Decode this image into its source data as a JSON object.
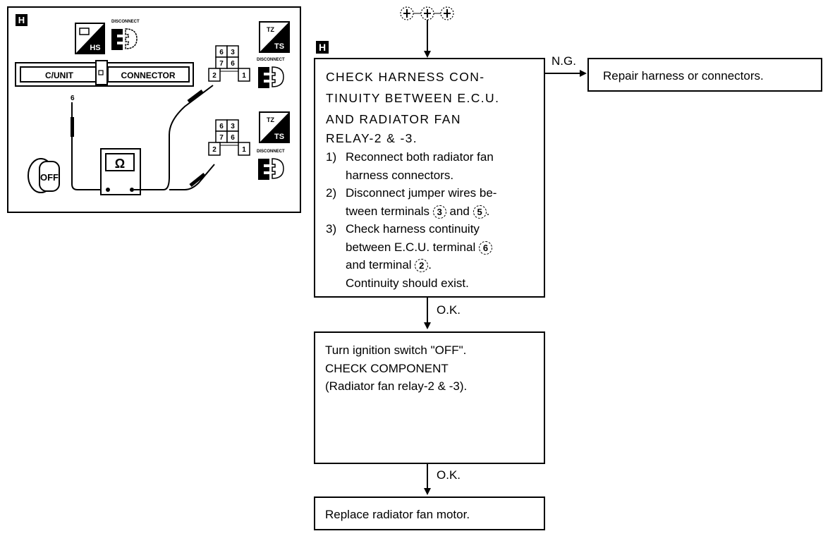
{
  "diagram": {
    "section_badge": "H",
    "multimeter_symbol": "Ω",
    "ecu_label": "C/UNIT",
    "connector_label": "CONNECTOR",
    "ecu_probe_terminal": "6",
    "ignition_label": "OFF",
    "disconnect_label": "DISCONNECT",
    "hs_label": "HS",
    "ts_label": "TS",
    "relay_terminals": [
      "6",
      "3",
      "7",
      "6",
      "2",
      "1"
    ]
  },
  "flow": {
    "section_badge": "H",
    "entry_markers": [
      "+",
      "+",
      "+"
    ],
    "check_box": {
      "title_lines": [
        "CHECK HARNESS CON-",
        "TINUITY BETWEEN E.C.U.",
        "AND RADIATOR FAN",
        "RELAY-2 & -3."
      ],
      "steps": [
        {
          "num": "1)",
          "lines": [
            "Reconnect both radiator fan",
            "harness connectors."
          ]
        },
        {
          "num": "2)",
          "pre": "Disconnect jumper wires be-",
          "line2_pre": "tween terminals ",
          "t1": "3",
          "mid": " and ",
          "t2": "5",
          "post": "."
        },
        {
          "num": "3)",
          "line1": "Check harness continuity",
          "line2_pre": "between E.C.U. terminal ",
          "t1": "6",
          "line3_pre": "and terminal ",
          "t2": "2",
          "line3_post": ".",
          "line4": "Continuity should exist."
        }
      ]
    },
    "ng_label": "N.G.",
    "repair_box": "Repair harness or connectors.",
    "ok_label_1": "O.K.",
    "component_box": [
      "Turn ignition switch \"OFF\".",
      "CHECK COMPONENT",
      "(Radiator fan relay-2 & -3)."
    ],
    "ok_label_2": "O.K.",
    "replace_box": "Replace radiator fan motor."
  }
}
